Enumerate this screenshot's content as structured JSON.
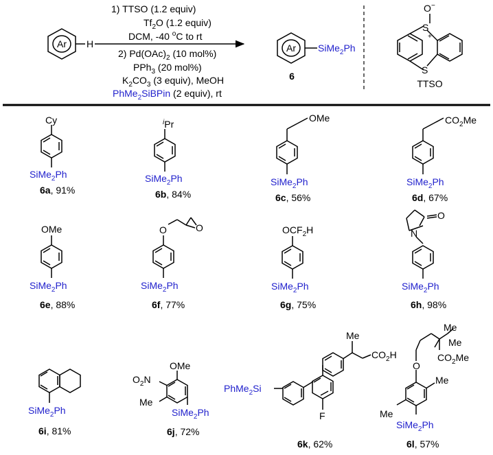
{
  "colors": {
    "ink": "#000000",
    "accent": "#1f1fcc"
  },
  "scheme": {
    "reactant_ring": "Ar",
    "reactant_h": "H",
    "step1": {
      "n": "1) ",
      "r1": "TTSO (1.2 equiv)"
    },
    "step2": {
      "a": "Tf",
      "b": "2",
      "c": "O (1.2 equiv)"
    },
    "step3": {
      "a": "DCM, -40 ",
      "b": "o",
      "c": "C to rt"
    },
    "step4": {
      "a": "2) Pd(OAc)",
      "b": "2",
      "c": " (10 mol%)"
    },
    "step5": {
      "a": "PPh",
      "b": "3",
      "c": " (20 mol%)"
    },
    "step6": {
      "a": "K",
      "b": "2",
      "c": "CO",
      "d": "3",
      "e": " (3 equiv),  MeOH"
    },
    "step7": {
      "a": "PhMe",
      "b": "2",
      "c": "SiBPin",
      "d": " (2 equiv), rt"
    },
    "product_ring": "Ar",
    "product_si": {
      "a": "SiMe",
      "b": "2",
      "c": "Ph"
    },
    "product_label": "6",
    "ttso": {
      "s_top": "S",
      "o": "O",
      "minus": "−",
      "plus": "+",
      "s_bottom": "S",
      "label": "TTSO"
    }
  },
  "si": {
    "a": "SiMe",
    "b": "2",
    "c": "Ph"
  },
  "si_left": {
    "a": "PhMe",
    "b": "2",
    "c": "Si"
  },
  "subs": {
    "cy": "Cy",
    "ipr_i": "i",
    "ipr_pr": "Pr",
    "ome": "OMe",
    "co2me": {
      "a": "CO",
      "b": "2",
      "c": "Me"
    },
    "o": "O",
    "ocf2h": {
      "a": "OCF",
      "b": "2",
      "c": "H"
    },
    "n": "N",
    "no2": {
      "a": "O",
      "b": "2",
      "c": "N"
    },
    "me": "Me",
    "co2h": {
      "a": "CO",
      "b": "2",
      "c": "H"
    },
    "f": "F"
  },
  "compounds": [
    {
      "id": "6a",
      "yield": ", 91%"
    },
    {
      "id": "6b",
      "yield": ", 84%"
    },
    {
      "id": "6c",
      "yield": ", 56%"
    },
    {
      "id": "6d",
      "yield": ", 67%"
    },
    {
      "id": "6e",
      "yield": ", 88%"
    },
    {
      "id": "6f",
      "yield": ", 77%"
    },
    {
      "id": "6g",
      "yield": ", 75%"
    },
    {
      "id": "6h",
      "yield": ", 98%"
    },
    {
      "id": "6i",
      "yield": ", 81%"
    },
    {
      "id": "6j",
      "yield": ", 72%"
    },
    {
      "id": "6k",
      "yield": ", 62%"
    },
    {
      "id": "6l",
      "yield": ", 57%"
    }
  ]
}
